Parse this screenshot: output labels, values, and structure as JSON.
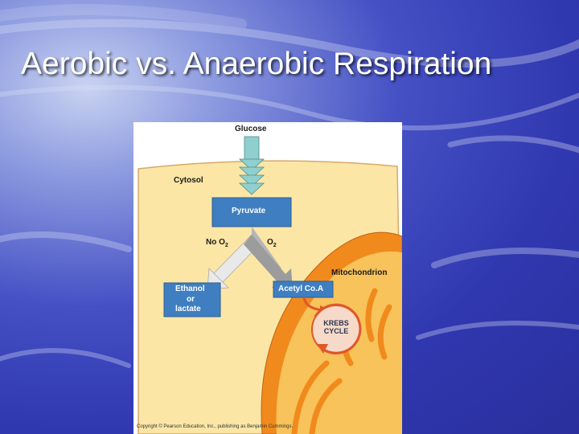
{
  "slide": {
    "title": "Aerobic vs. Anaerobic Respiration"
  },
  "diagram": {
    "glucose": "Glucose",
    "cytosol": "Cytosol",
    "pyruvate": "Pyruvate",
    "no_o2": "No O",
    "no_o2_sub": "2",
    "o2": "O",
    "o2_sub": "2",
    "mitochondrion": "Mitochondrion",
    "ethanol_lines": [
      "Ethanol",
      "or",
      "lactate"
    ],
    "acetyl_coa": "Acetyl Co.A",
    "krebs_lines": [
      "KREBS",
      "CYCLE"
    ],
    "copyright": "Copyright © Pearson Education, Inc., publishing as Benjamin Cummings."
  },
  "colors": {
    "cytosol_fill": "#fbe6a6",
    "box_blue": "#3f7fc1",
    "glucose_arrow": "#8fd0cf",
    "mito_orange": "#f18a1c",
    "mito_inner": "#f7c35a",
    "krebs_fill": "#f6d9c9",
    "krebs_stroke": "#e0572a"
  }
}
